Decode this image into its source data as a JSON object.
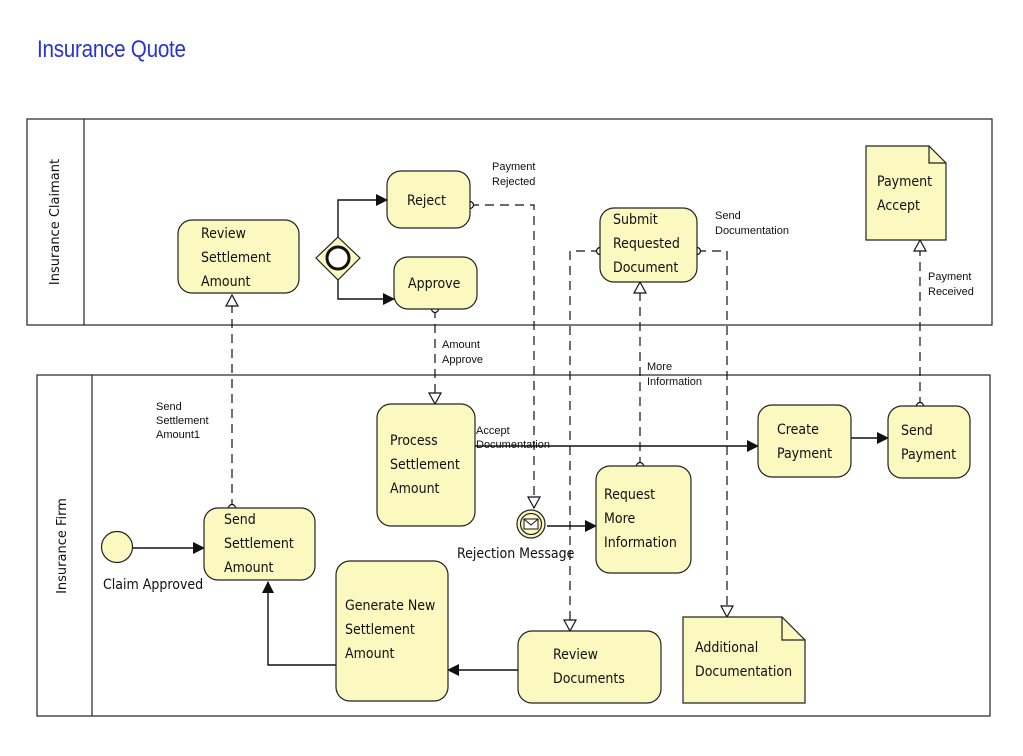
{
  "title": "Insurance Quote",
  "lanes": {
    "claimant": "Insurance Claimant",
    "firm": "Insurance Firm"
  },
  "nodes": {
    "review_settlement": [
      "Review",
      "Settlement",
      "Amount"
    ],
    "reject": [
      "Reject"
    ],
    "approve": [
      "Approve"
    ],
    "submit_requested": [
      "Submit",
      "Requested",
      "Document"
    ],
    "payment_accept": [
      "Payment",
      "Accept"
    ],
    "process_settlement": [
      "Process",
      "Settlement",
      "Amount"
    ],
    "send_settlement": [
      "Send",
      "Settlement",
      "Amount"
    ],
    "request_more": [
      "Request",
      "More",
      "Information"
    ],
    "create_payment": [
      "Create",
      "Payment"
    ],
    "send_payment": [
      "Send",
      "Payment"
    ],
    "generate_new": [
      "Generate New",
      "Settlement",
      "Amount"
    ],
    "review_documents": [
      "Review",
      "Documents"
    ],
    "additional_doc": [
      "Additional",
      "Documentation"
    ],
    "claim_approved": "Claim Approved",
    "rejection_message": "Rejection Message"
  },
  "flow_labels": {
    "payment_rejected": [
      "Payment",
      "Rejected"
    ],
    "send_documentation": [
      "Send",
      "Documentation"
    ],
    "payment_received": [
      "Payment",
      "Received"
    ],
    "amount_approve": [
      "Amount",
      "Approve"
    ],
    "more_information": [
      "More",
      "Information"
    ],
    "send_settlement_amount1": [
      "Send",
      "Settlement",
      "Amount1"
    ],
    "accept_documentation": [
      "Accept",
      "Documentation"
    ]
  }
}
